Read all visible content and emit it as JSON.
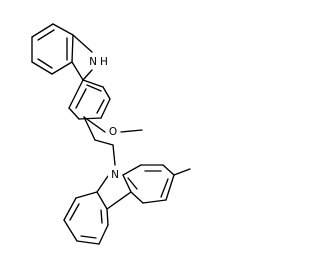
{
  "structure": {
    "atom_labels": {
      "upper_nh_n": "N",
      "upper_nh_h": "H",
      "methoxy_o": "O",
      "lower_n": "N"
    }
  }
}
